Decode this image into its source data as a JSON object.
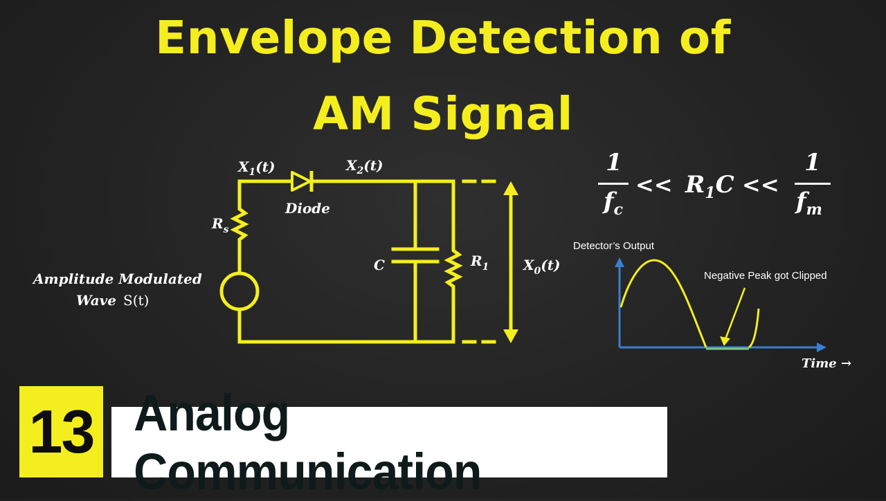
{
  "title": {
    "line1": "Envelope Detection of",
    "line2": "AM Signal"
  },
  "circuit": {
    "x1": "X",
    "x1_sub": "1",
    "x1_arg": "(t)",
    "x2": "X",
    "x2_sub": "2",
    "x2_arg": "(t)",
    "diode": "Diode",
    "rs": "R",
    "rs_sub": "s",
    "c": "C",
    "r1": "R",
    "r1_sub": "1",
    "x0": "X",
    "x0_sub": "0",
    "x0_arg": "(t)",
    "source_line1": "Amplitude Modulated",
    "source_line2_a": "Wave",
    "source_line2_b": "S(t)"
  },
  "condition": {
    "num_left": "1",
    "den_left": "f",
    "den_left_sub": "c",
    "op1": "<<",
    "mid": "R",
    "mid_sub": "1",
    "mid_c": "C",
    "op2": "<<",
    "num_right": "1",
    "den_right": "f",
    "den_right_sub": "m"
  },
  "graph": {
    "ylabel": "Detector’s Output",
    "annotation": "Negative Peak got Clipped",
    "xlabel": "Time →"
  },
  "colors": {
    "accent": "#f4ee1e",
    "axis": "#3a7fd0",
    "text": "#ffffff"
  },
  "footer": {
    "episode": "13",
    "series": "Analog Communication"
  }
}
